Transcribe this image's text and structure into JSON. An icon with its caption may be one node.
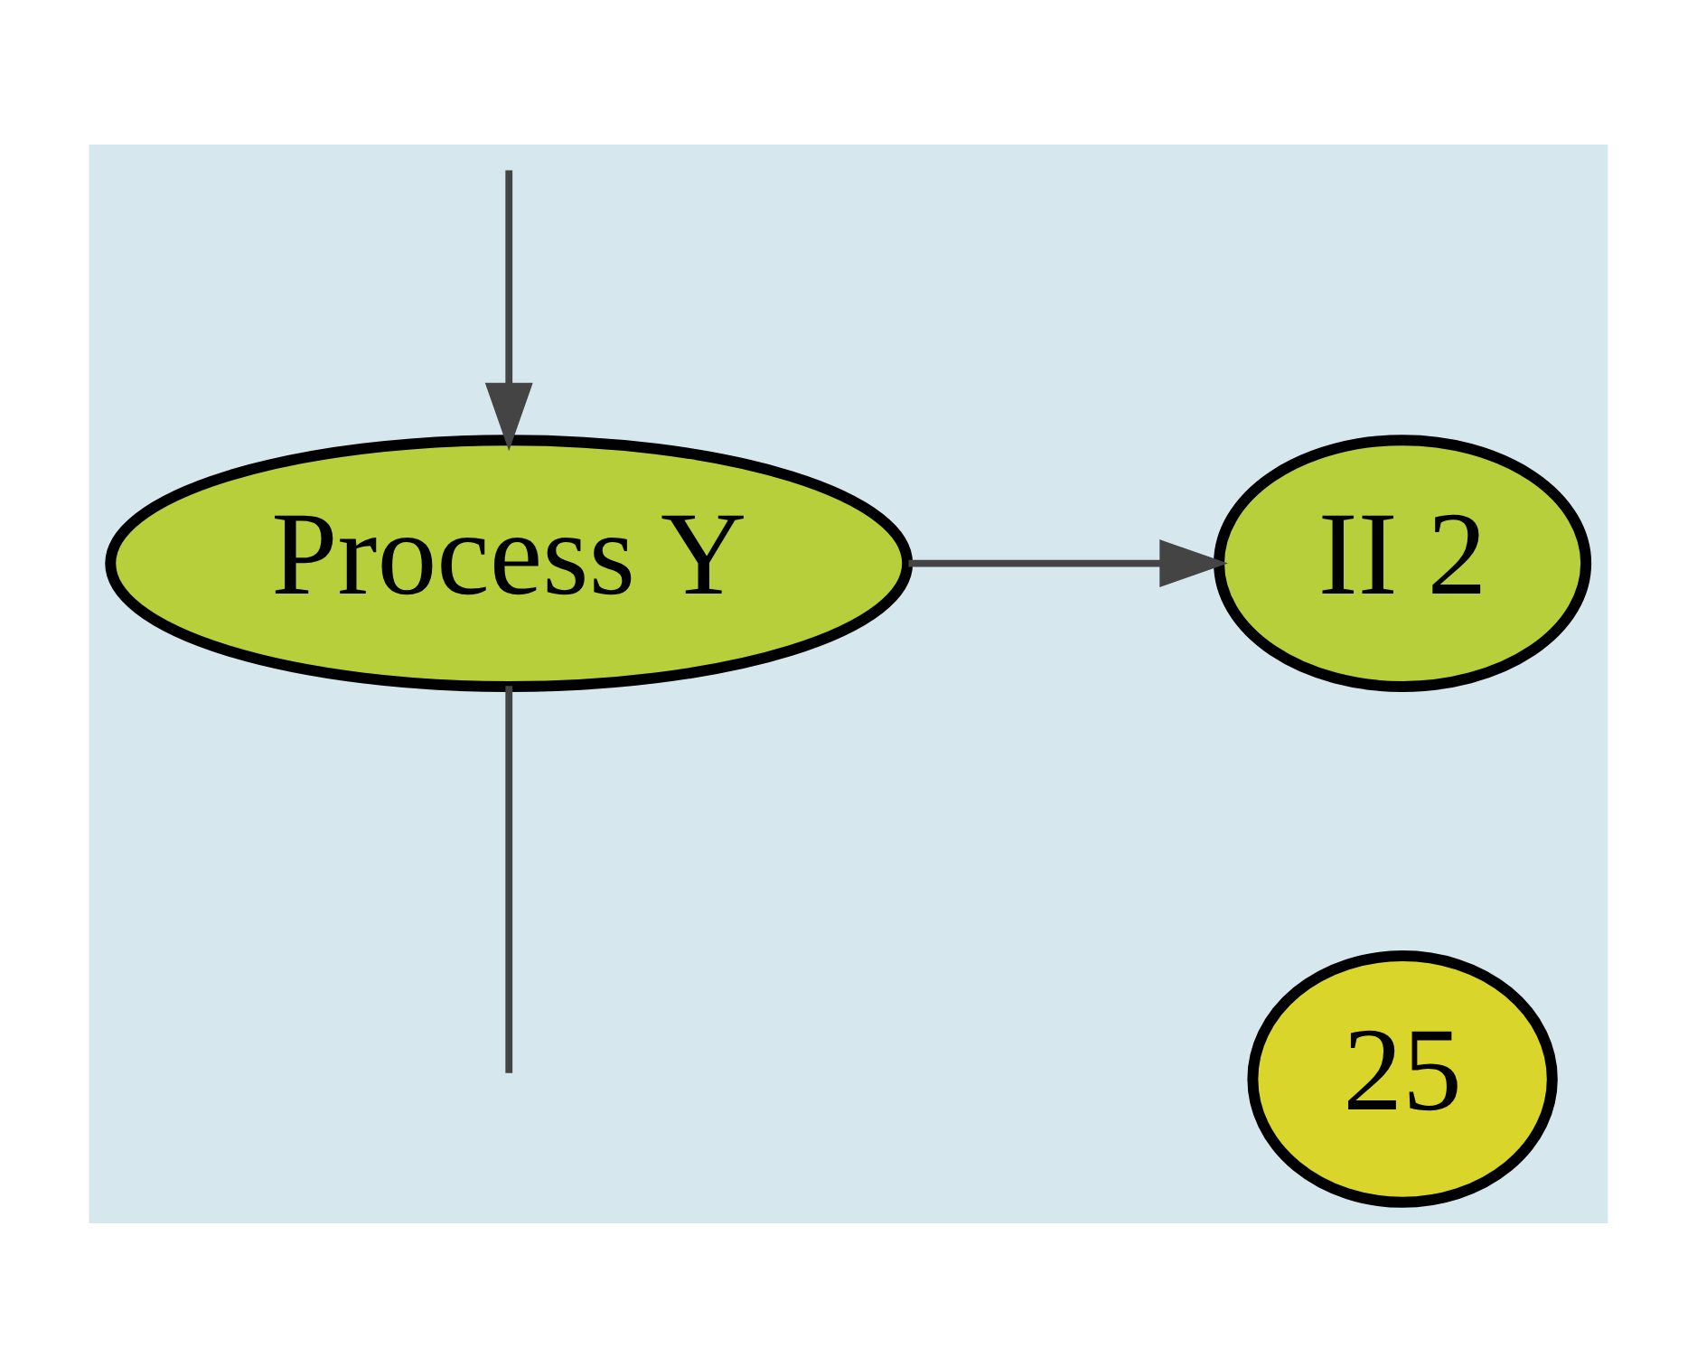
{
  "diagram": {
    "nodes": [
      {
        "text": [
          "II 2"
        ]
      },
      {
        "text": [
          "Process Y"
        ]
      },
      {
        "text": [
          "25"
        ]
      }
    ],
    "edges": [
      {
        "from": 1,
        "to": 0,
        "arrow": "to"
      },
      {
        "from": 1,
        "to": null,
        "arrow": "none"
      },
      {
        "from": null,
        "to": 1,
        "arrow": "to"
      }
    ]
  }
}
